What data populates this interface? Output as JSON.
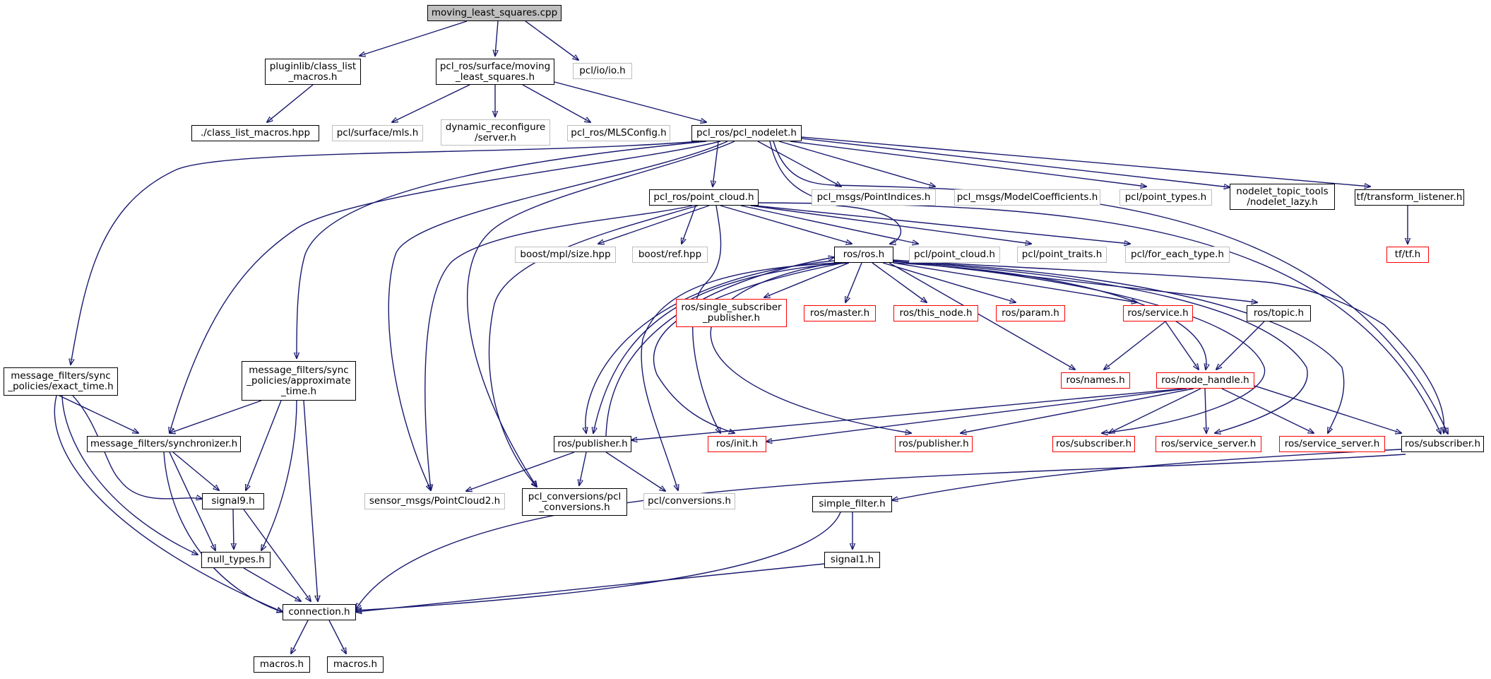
{
  "colors": {
    "edge": "#191970",
    "root_fill": "#bfbfbf",
    "external_border": "#bfbfbf",
    "red_border": "#ff0000",
    "normal_border": "#000000"
  },
  "nodes": {
    "root": "moving_least_squares.cpp",
    "pluginlib_class_list_macros": "pluginlib/class_list\n_macros.h",
    "pcl_ros_surface_mls": "pcl_ros/surface/moving\n_least_squares.h",
    "pcl_io_io": "pcl/io/io.h",
    "class_list_macros_hpp": "./class_list_macros.hpp",
    "pcl_surface_mls": "pcl/surface/mls.h",
    "dynamic_reconfigure_server": "dynamic_reconfigure\n/server.h",
    "pcl_ros_mlsconfig": "pcl_ros/MLSConfig.h",
    "pcl_ros_pcl_nodelet": "pcl_ros/pcl_nodelet.h",
    "pcl_ros_point_cloud": "pcl_ros/point_cloud.h",
    "pcl_msgs_pointindices": "pcl_msgs/PointIndices.h",
    "pcl_msgs_modelcoefficients": "pcl_msgs/ModelCoefficients.h",
    "pcl_point_types": "pcl/point_types.h",
    "nodelet_topic_tools_lazy": "nodelet_topic_tools\n/nodelet_lazy.h",
    "tf_transform_listener": "tf/transform_listener.h",
    "tf_tf": "tf/tf.h",
    "boost_mpl_size": "boost/mpl/size.hpp",
    "boost_ref": "boost/ref.hpp",
    "ros_ros": "ros/ros.h",
    "pcl_point_cloud": "pcl/point_cloud.h",
    "pcl_point_traits": "pcl/point_traits.h",
    "pcl_for_each_type": "pcl/for_each_type.h",
    "ros_single_subscriber_publisher": "ros/single_subscriber\n_publisher.h",
    "ros_master": "ros/master.h",
    "ros_this_node": "ros/this_node.h",
    "ros_param": "ros/param.h",
    "ros_service": "ros/service.h",
    "ros_topic": "ros/topic.h",
    "ros_names": "ros/names.h",
    "ros_node_handle": "ros/node_handle.h",
    "mf_exact_time": "message_filters/sync\n_policies/exact_time.h",
    "mf_approximate_time": "message_filters/sync\n_policies/approximate\n_time.h",
    "mf_synchronizer": "message_filters/synchronizer.h",
    "ros_publisher_black": "ros/publisher.h",
    "ros_init": "ros/init.h",
    "ros_publisher_red": "ros/publisher.h",
    "ros_subscriber_red": "ros/subscriber.h",
    "ros_service_server_1": "ros/service_server.h",
    "ros_service_server_2": "ros/service_server.h",
    "ros_subscriber_black": "ros/subscriber.h",
    "sensor_msgs_pointcloud2": "sensor_msgs/PointCloud2.h",
    "pcl_conversions_pcl": "pcl_conversions/pcl\n_conversions.h",
    "pcl_conversions": "pcl/conversions.h",
    "signal9": "signal9.h",
    "simple_filter": "simple_filter.h",
    "null_types": "null_types.h",
    "signal1": "signal1.h",
    "connection": "connection.h",
    "macros_1": "macros.h",
    "macros_2": "macros.h"
  }
}
